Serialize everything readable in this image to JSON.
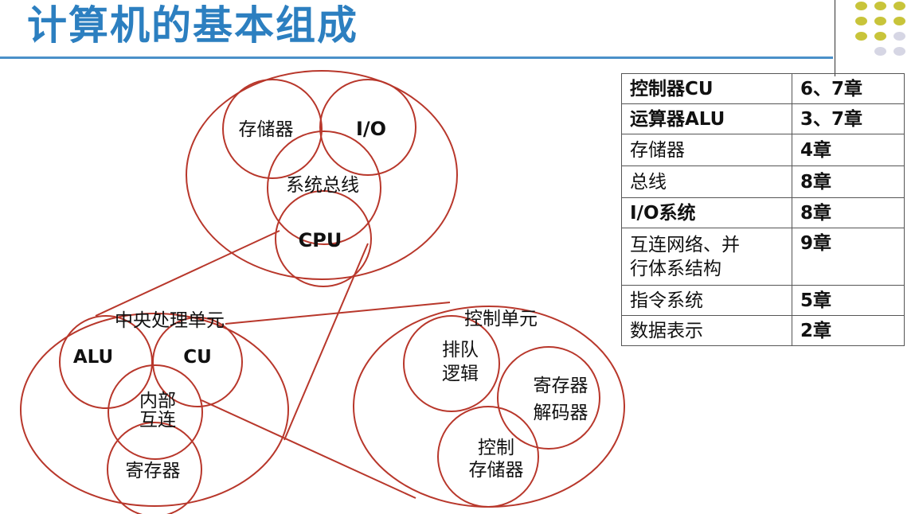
{
  "title": "计算机的基本组成",
  "colors": {
    "title": "#2c7fc0",
    "rule": "#4a90c9",
    "circle_stroke": "#b8372b",
    "dot_yellow": "#c8c43a",
    "dot_gray": "#d6d6e4"
  },
  "diagram": {
    "top": {
      "memory": "存储器",
      "io": "I/O",
      "bus": "系统总线",
      "cpu": "CPU"
    },
    "cpu_unit": {
      "title": "中央处理单元",
      "alu": "ALU",
      "cu": "CU",
      "interconnect_line1": "内部",
      "interconnect_line2": "互连",
      "registers": "寄存器"
    },
    "control_unit": {
      "title": "控制单元",
      "sequencing_line1": "排队",
      "sequencing_line2": "逻辑",
      "decoder_line1": "寄存器",
      "decoder_line2": "解码器",
      "control_memory_line1": "控制",
      "control_memory_line2": "存储器"
    }
  },
  "chapter_table": {
    "rows": [
      {
        "item": "控制器CU",
        "chapter": "6、7章"
      },
      {
        "item": "运算器ALU",
        "chapter": "3、7章"
      },
      {
        "item": "存储器",
        "chapter": "4章"
      },
      {
        "item": "总线",
        "chapter": "8章"
      },
      {
        "item": "I/O系统",
        "chapter": "8章"
      },
      {
        "item_line1": "互连网络、并",
        "item_line2": "行体系结构",
        "chapter": "9章"
      },
      {
        "item": "指令系统",
        "chapter": "5章"
      },
      {
        "item": "数据表示",
        "chapter": "2章"
      }
    ]
  }
}
